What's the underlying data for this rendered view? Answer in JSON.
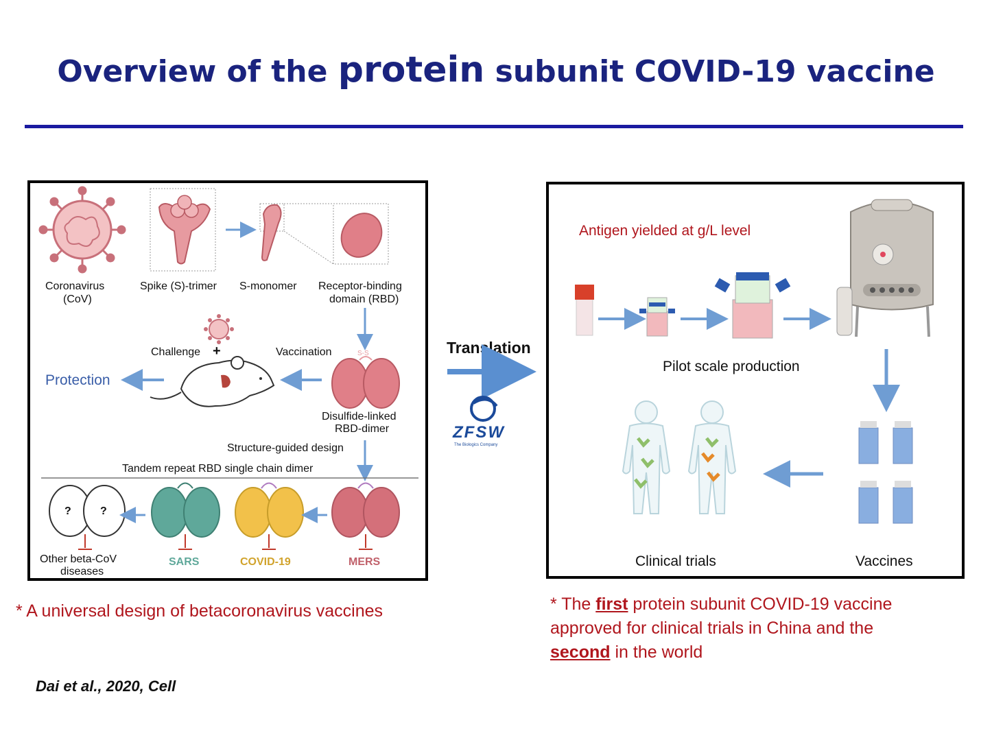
{
  "title": {
    "part1": "Overview of the ",
    "emphasis": "protein",
    "part2": " subunit COVID-19 vaccine"
  },
  "left_panel": {
    "coronavirus": "Coronavirus",
    "cov": "(CoV)",
    "spike": "Spike (S)-trimer",
    "monomer": "S-monomer",
    "rbd_line1": "Receptor-binding",
    "rbd_line2": "domain (RBD)",
    "challenge": "Challenge",
    "plus": "+",
    "vaccination": "Vaccination",
    "ss": "S-S",
    "protection": "Protection",
    "dimer_line1": "Disulfide-linked",
    "dimer_line2": "RBD-dimer",
    "structure_guided": "Structure-guided design",
    "tandem": "Tandem repeat RBD single chain dimer",
    "q1": "?",
    "q2": "?",
    "other_line1": "Other beta-CoV",
    "other_line2": "diseases",
    "sars": "SARS",
    "covid": "COVID-19",
    "mers": "MERS"
  },
  "middle": {
    "translation": "Translation",
    "logo_text": "ZFSW",
    "logo_sub": "The Biologics Company"
  },
  "right_panel": {
    "antigen": "Antigen yielded at g/L level",
    "pilot": "Pilot scale production",
    "clinical": "Clinical trials",
    "vaccines": "Vaccines"
  },
  "captions": {
    "left": "* A universal design of betacoronavirus vaccines",
    "right_1": "* The ",
    "right_first": "first",
    "right_2": " protein subunit COVID-19 vaccine",
    "right_3": "approved for clinical trials in China and the",
    "right_second": "second",
    "right_4": " in the world"
  },
  "citation": "Dai et al., 2020, Cell",
  "colors": {
    "title": "#1a237e",
    "rule": "#1a1aa0",
    "caption_red": "#b0161d",
    "protection_blue": "#3a5ea8",
    "arrow_blue": "#7aa6d6",
    "rbd_pink": "#d9707a",
    "sars_teal": "#5fa89a",
    "covid_yellow": "#f2c14a",
    "mers_pink": "#d4707a"
  }
}
